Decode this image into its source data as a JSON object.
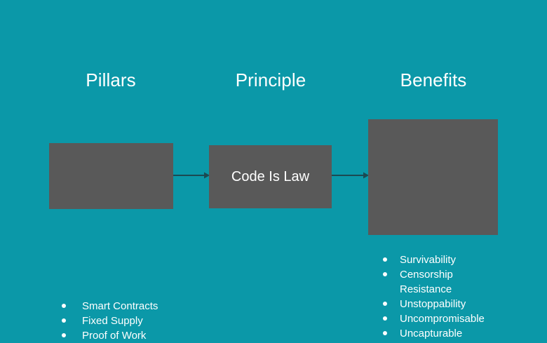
{
  "theme": {
    "background_color": "#0b98a8",
    "box_color": "#595959",
    "text_color": "#ffffff",
    "arrow_color": "#1b4a52"
  },
  "diagram": {
    "type": "flow",
    "columns": [
      {
        "heading": "Pillars",
        "node": {
          "name": "pillars-box",
          "items": [
            "Smart Contracts",
            "Fixed Supply",
            "Proof of Work"
          ]
        }
      },
      {
        "heading": "Principle",
        "node": {
          "name": "principle-box",
          "title": "Code Is Law"
        }
      },
      {
        "heading": "Benefits",
        "node": {
          "name": "benefits-box",
          "items": [
            "Survivability",
            "Censorship\nResistance",
            "Unstoppability",
            "Uncompromisable",
            "Uncapturable"
          ]
        }
      }
    ],
    "connectors": [
      {
        "name": "pillars-to-principle",
        "icon": "arrow-right-icon"
      },
      {
        "name": "principle-to-benefits",
        "icon": "arrow-right-icon"
      }
    ]
  }
}
